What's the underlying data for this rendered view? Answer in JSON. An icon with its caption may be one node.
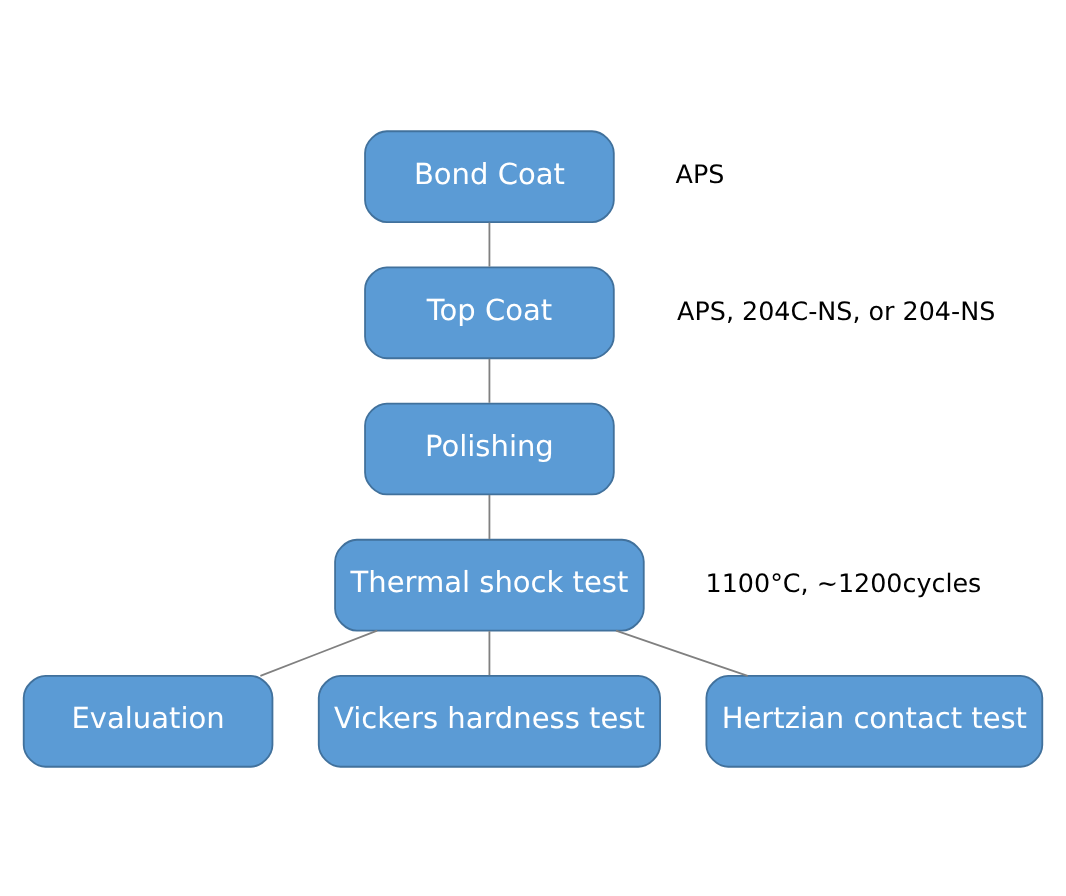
{
  "diagram": {
    "nodes": [
      {
        "text": [
          "Bond Coat"
        ],
        "beside": [
          "APS"
        ]
      },
      {
        "text": [
          "Top Coat"
        ],
        "beside": [
          "APS, 204C-NS, or 204-NS"
        ]
      },
      {
        "text": [
          "Polishing"
        ]
      },
      {
        "text": [
          "Thermal shock test"
        ],
        "beside": [
          "1100°C, ~1200cycles"
        ]
      },
      {
        "text": [
          "Evaluation"
        ]
      },
      {
        "text": [
          "Vickers hardness test"
        ]
      },
      {
        "text": [
          "Hertzian contact test"
        ]
      }
    ],
    "edges": [
      {
        "from": 0,
        "to": 1,
        "arrow": "none"
      },
      {
        "from": 1,
        "to": 2,
        "arrow": "none"
      },
      {
        "from": 2,
        "to": 3,
        "arrow": "none"
      },
      {
        "from": 3,
        "to": 4,
        "arrow": "none"
      },
      {
        "from": 3,
        "to": 5,
        "arrow": "none"
      },
      {
        "from": 3,
        "to": 6,
        "arrow": "none"
      }
    ]
  }
}
